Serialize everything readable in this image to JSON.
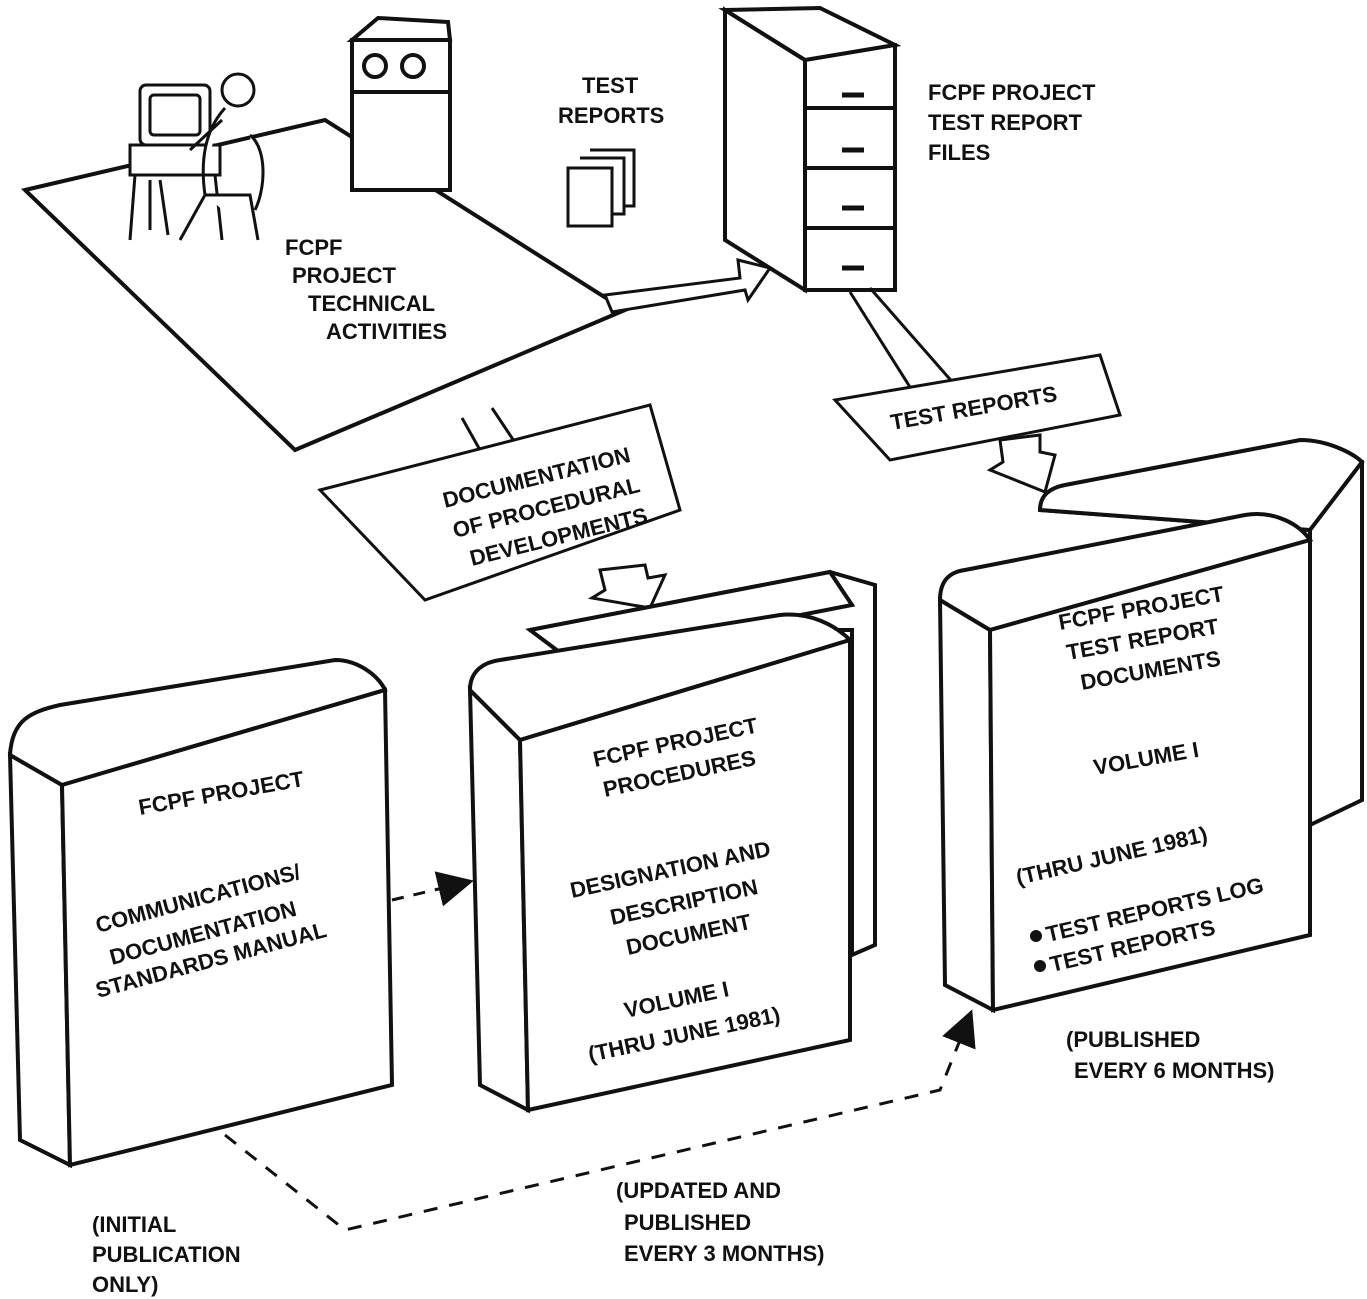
{
  "labels": {
    "technical_activities": [
      "FCPF",
      "PROJECT",
      "TECHNICAL",
      "ACTIVITIES"
    ],
    "test_reports_top": [
      "TEST",
      "REPORTS"
    ],
    "test_report_files": [
      "FCPF PROJECT",
      "TEST REPORT",
      "FILES"
    ],
    "test_reports_box": "TEST REPORTS",
    "documentation_box": [
      "DOCUMENTATION",
      "OF PROCEDURAL",
      "DEVELOPMENTS"
    ]
  },
  "books": {
    "standards": {
      "title": "FCPF PROJECT",
      "body": [
        "COMMUNICATIONS/",
        "DOCUMENTATION",
        "STANDARDS MANUAL"
      ],
      "note": [
        "(INITIAL",
        "PUBLICATION",
        "ONLY)"
      ]
    },
    "procedures": {
      "title": [
        "FCPF PROJECT",
        "PROCEDURES"
      ],
      "body": [
        "DESIGNATION AND",
        "DESCRIPTION",
        "DOCUMENT"
      ],
      "volume": [
        "VOLUME I",
        "(THRU JUNE 1981)"
      ],
      "note": [
        "(UPDATED AND",
        "PUBLISHED",
        "EVERY 3 MONTHS)"
      ]
    },
    "test_reports": {
      "title": [
        "FCPF PROJECT",
        "TEST REPORT",
        "DOCUMENTS"
      ],
      "volume": "VOLUME I",
      "date": "(THRU JUNE 1981)",
      "bullets": [
        "TEST REPORTS LOG",
        "TEST REPORTS"
      ],
      "note": [
        "(PUBLISHED",
        "EVERY 6 MONTHS)"
      ]
    }
  },
  "colors": {
    "ink": "#111111",
    "paper": "#ffffff"
  },
  "icons": [
    "computer-operator-icon",
    "tape-drive-icon",
    "report-pages-icon",
    "file-cabinet-icon"
  ]
}
